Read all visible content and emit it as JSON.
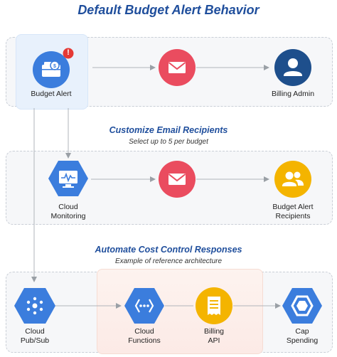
{
  "header": {
    "title": "Default Budget Alert Behavior"
  },
  "sections": {
    "customize": {
      "title": "Customize Email Recipients",
      "subtitle": "Select up to 5 per budget"
    },
    "automate": {
      "title": "Automate Cost Control Responses",
      "subtitle": "Example of reference architecture"
    }
  },
  "nodes": {
    "budget_alert": {
      "label": "Budget Alert",
      "badge": "!",
      "icon": "wallet-icon"
    },
    "billing_admin": {
      "label": "Billing Admin",
      "icon": "person-icon"
    },
    "cloud_monitoring": {
      "label_line1": "Cloud",
      "label_line2": "Monitoring",
      "icon": "monitor-icon"
    },
    "budget_alert_recipients": {
      "label_line1": "Budget Alert",
      "label_line2": "Recipients",
      "icon": "people-icon"
    },
    "cloud_pubsub": {
      "label_line1": "Cloud",
      "label_line2": "Pub/Sub",
      "icon": "pubsub-icon"
    },
    "cloud_functions": {
      "label_line1": "Cloud",
      "label_line2": "Functions",
      "icon": "functions-icon"
    },
    "billing_api": {
      "label_line1": "Billing",
      "label_line2": "API",
      "icon": "receipt-icon"
    },
    "cap_spending": {
      "label_line1": "Cap",
      "label_line2": "Spending",
      "icon": "cap-icon"
    },
    "email": {
      "icon": "email-icon"
    }
  },
  "colors": {
    "title_blue": "#1f4e9c",
    "email_red": "#ea4c5f",
    "admin_navy": "#1e4f8c",
    "gcp_blue": "#3b7ddd",
    "accent_yellow": "#f4b400",
    "badge_red": "#e53935"
  }
}
